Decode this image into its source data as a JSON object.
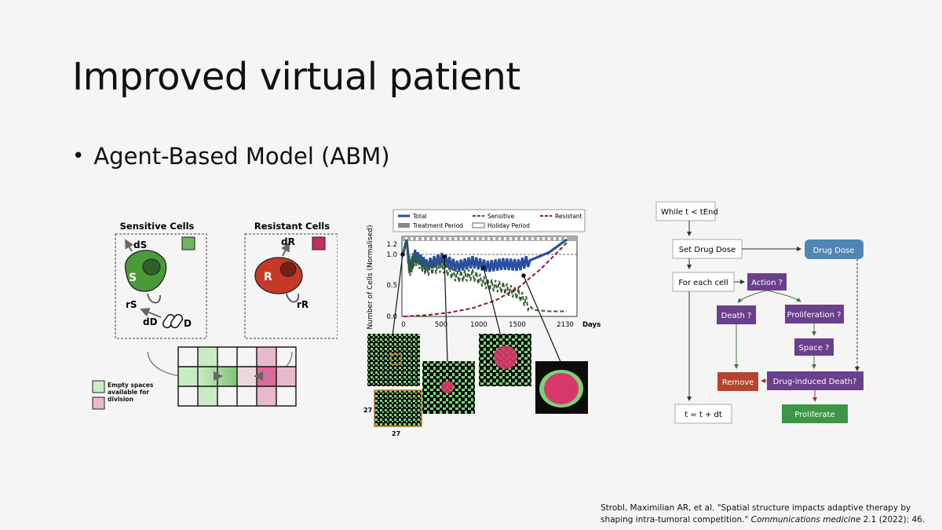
{
  "slide": {
    "title": "Improved virtual patient",
    "bullet": "Agent-Based Model (ABM)"
  },
  "abm_schematic": {
    "sensitive_title": "Sensitive Cells",
    "resistant_title": "Resistant Cells",
    "cell_s": "S",
    "cell_r": "R",
    "d_s": "dS",
    "r_s": "rS",
    "d_d": "dD",
    "drug": "D",
    "d_r": "dR",
    "r_r": "rR",
    "legend_label": "Empty spaces available for division",
    "colors": {
      "sensitive": "#4a9a3a",
      "resistant": "#c53a26",
      "empty_green": "#c9ecc4",
      "empty_pink": "#e8b8cc"
    }
  },
  "chart_data": {
    "type": "line",
    "ylabel": "Number of Cells (Normalised)",
    "xlabel": "Days",
    "x_ticks": [
      "0",
      "500",
      "1000",
      "1500",
      "2130"
    ],
    "y_ticks": [
      "0.0",
      "0.5",
      "1.0",
      "1.2"
    ],
    "xlim": [
      0,
      2130
    ],
    "ylim": [
      0,
      1.25
    ],
    "legend": [
      {
        "name": "Total",
        "style": "solid",
        "color": "#2a4fa0"
      },
      {
        "name": "Sensitive",
        "style": "dashed",
        "color": "#2f5f2a"
      },
      {
        "name": "Resistant",
        "style": "dashed",
        "color": "#8b1e1e"
      },
      {
        "name": "Treatment Period",
        "style": "box",
        "color": "#888888"
      },
      {
        "name": "Holiday Period",
        "style": "box",
        "color": "#ffffff"
      }
    ],
    "series": [
      {
        "name": "Total",
        "x": [
          0,
          40,
          80,
          150,
          300,
          500,
          700,
          900,
          1100,
          1300,
          1500,
          1700,
          1900,
          2130
        ],
        "values": [
          1.0,
          1.2,
          0.75,
          0.95,
          0.8,
          0.9,
          0.78,
          0.85,
          0.78,
          0.82,
          0.8,
          0.9,
          1.0,
          1.2
        ]
      },
      {
        "name": "Sensitive",
        "x": [
          0,
          40,
          80,
          150,
          300,
          500,
          700,
          900,
          1100,
          1300,
          1500,
          1700,
          1900,
          2130
        ],
        "values": [
          1.0,
          1.18,
          0.7,
          0.9,
          0.72,
          0.78,
          0.62,
          0.65,
          0.5,
          0.45,
          0.35,
          0.1,
          0.08,
          0.08
        ]
      },
      {
        "name": "Resistant",
        "x": [
          0,
          300,
          600,
          900,
          1200,
          1500,
          1800,
          2130
        ],
        "values": [
          0.0,
          0.02,
          0.06,
          0.13,
          0.25,
          0.45,
          0.75,
          1.15
        ]
      }
    ],
    "snapshot_labels": [
      "27",
      "27"
    ]
  },
  "flowchart": {
    "start": "While t < tEnd",
    "set_dose": "Set Drug Dose",
    "drug_dose": "Drug Dose",
    "each_cell": "For each cell",
    "action": "Action ?",
    "death": "Death ?",
    "proliferation": "Proliferation ?",
    "space": "Space ?",
    "remove": "Remove",
    "drug_death": "Drug-induced Death?",
    "proliferate": "Proliferate",
    "time_step": "t = t + dt",
    "colors": {
      "blue": "#4f86b6",
      "purple": "#6a3f8c",
      "red": "#b5432f",
      "green": "#3f9546"
    }
  },
  "citation": {
    "authors": "Strobl, Maximilian AR, et al.",
    "title": "\"Spatial structure impacts adaptive therapy by shaping intra-tumoral competition.\"",
    "journal": "Communications medicine",
    "details": "2.1 (2022): 46."
  }
}
